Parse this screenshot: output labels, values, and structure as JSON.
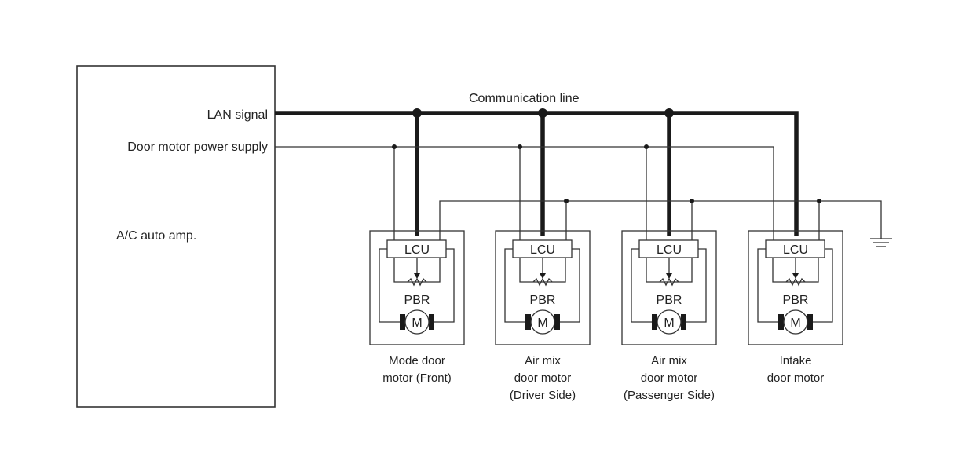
{
  "amp": {
    "title": "A/C auto amp.",
    "lan_label": "LAN signal",
    "power_label": "Door motor power supply"
  },
  "communication_line_label": "Communication line",
  "motors": [
    {
      "lcu": "LCU",
      "pbr": "PBR",
      "motor": "M",
      "caption": [
        "Mode door",
        "motor (Front)"
      ]
    },
    {
      "lcu": "LCU",
      "pbr": "PBR",
      "motor": "M",
      "caption": [
        "Air mix",
        "door motor",
        "(Driver Side)"
      ]
    },
    {
      "lcu": "LCU",
      "pbr": "PBR",
      "motor": "M",
      "caption": [
        "Air mix",
        "door motor",
        "(Passenger Side)"
      ]
    },
    {
      "lcu": "LCU",
      "pbr": "PBR",
      "motor": "M",
      "caption": [
        "Intake",
        "door motor"
      ]
    }
  ]
}
